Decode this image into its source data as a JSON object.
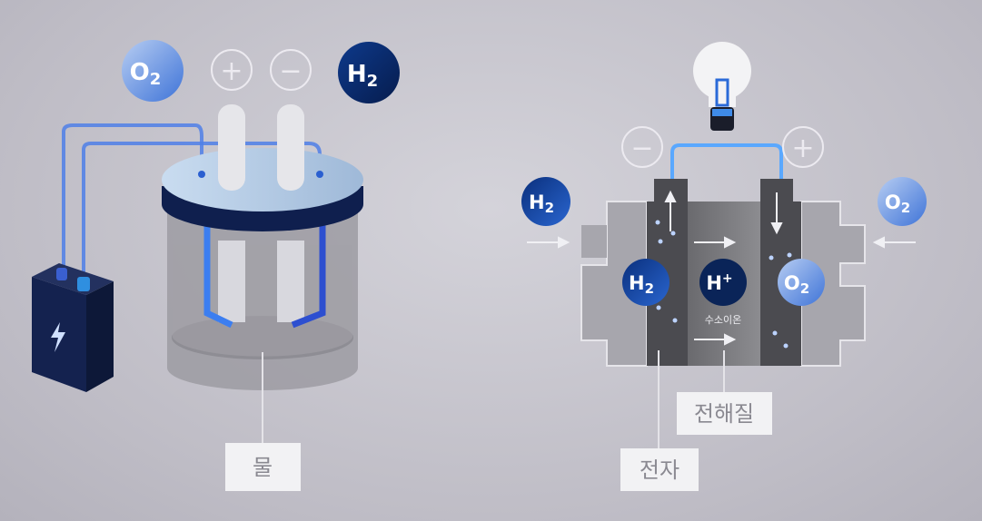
{
  "electrolysis": {
    "top_o2": {
      "symbol": "O",
      "sub": "2"
    },
    "plus_sign": "+",
    "minus_sign": "−",
    "top_h2": {
      "symbol": "H",
      "sub": "2"
    },
    "water_label": "물"
  },
  "fuel_cell": {
    "minus_sign": "−",
    "plus_sign": "+",
    "input_h2": {
      "symbol": "H",
      "sub": "2"
    },
    "input_o2": {
      "symbol": "O",
      "sub": "2"
    },
    "inner_h2": {
      "symbol": "H",
      "sub": "2"
    },
    "hydrogen_ion": {
      "symbol": "H",
      "sup": "+"
    },
    "inner_o2": {
      "symbol": "O",
      "sub": "2"
    },
    "hydrogen_ion_label": "수소이온",
    "electrolyte_label": "전해질",
    "electron_label": "전자"
  },
  "colors": {
    "dark_blue": "#0b2a6b",
    "mid_blue": "#1d4fb0",
    "light_blue": "#7fa6e6",
    "wire": "#4f8cff"
  }
}
